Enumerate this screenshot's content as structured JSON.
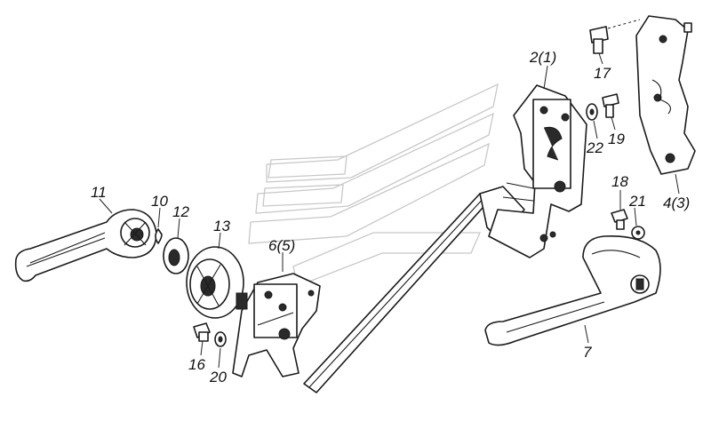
{
  "labels": {
    "p11": "11",
    "p10": "10",
    "p12": "12",
    "p13": "13",
    "p6_5": "6(5)",
    "p16": "16",
    "p20": "20",
    "p2_1": "2(1)",
    "p17": "17",
    "p22": "22",
    "p19": "19",
    "p4_3": "4(3)",
    "p18": "18",
    "p21": "21",
    "p7": "7"
  },
  "colors": {
    "line": "#1a1a1a",
    "watermark": "#c8c8c8",
    "background": "#ffffff"
  }
}
